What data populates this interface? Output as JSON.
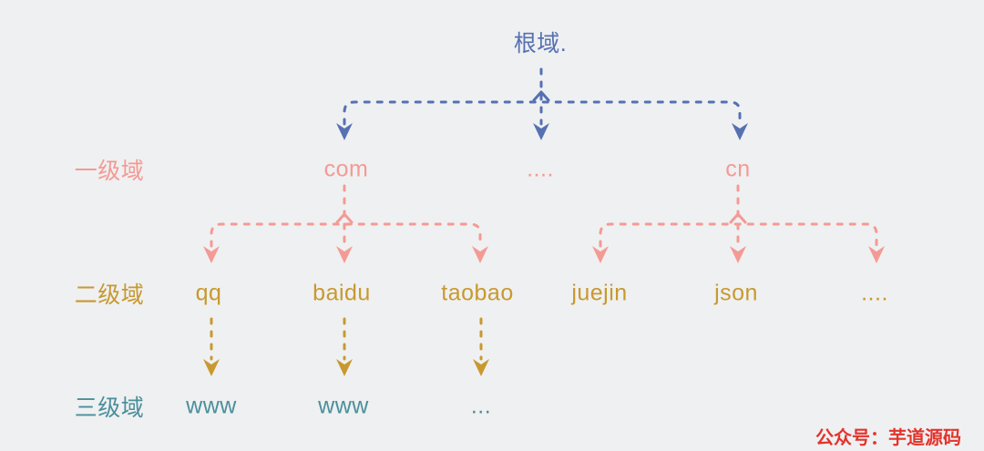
{
  "root": {
    "label": "根域."
  },
  "levels": [
    {
      "label": "一级域",
      "nodes": [
        "com",
        "....",
        "cn"
      ]
    },
    {
      "label": "二级域",
      "nodes": [
        "qq",
        "baidu",
        "taobao",
        "juejin",
        "json",
        "...."
      ]
    },
    {
      "label": "三级域",
      "nodes": [
        "www",
        "www",
        "..."
      ]
    }
  ],
  "watermark": "公众号：芋道源码",
  "colors": {
    "background": "#eff0f1",
    "root": "#5571b2",
    "level1": "#f49a95",
    "level2": "#c8992f",
    "level3": "#4a8f9c",
    "watermark": "#e4332c"
  }
}
